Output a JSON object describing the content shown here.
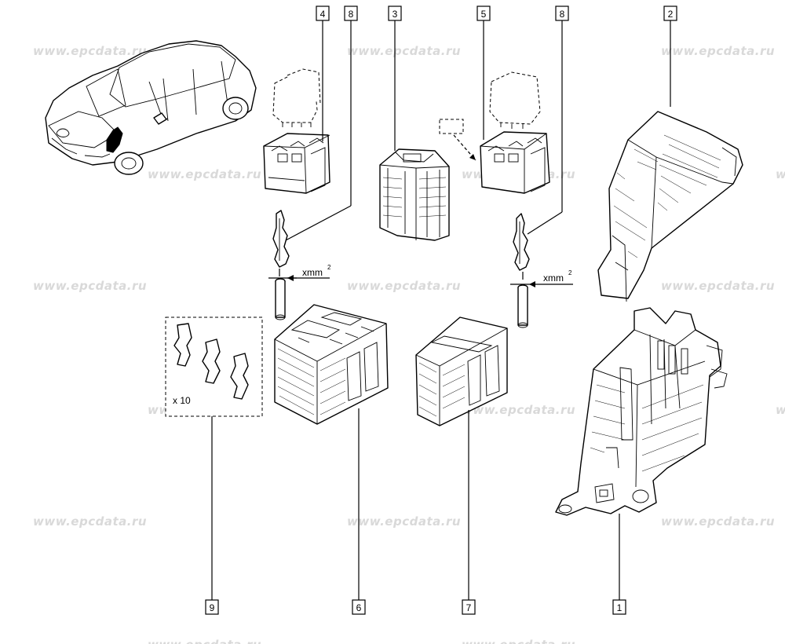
{
  "watermark": {
    "text": "www.epcdata.ru",
    "rows": [
      {
        "label": "wm-row-1",
        "cells": [
          "www.epcdata.ru",
          "www.epcdata.ru",
          "www.epcdata.ru"
        ]
      },
      {
        "label": "wm-row-2",
        "cells": [
          "www.epcdata.ru",
          "www.epcdata.ru",
          "www.epcdata.ru"
        ]
      },
      {
        "label": "wm-row-3",
        "cells": [
          "www.epcdata.ru",
          "www.epcdata.ru",
          "www.epcdata.ru"
        ]
      },
      {
        "label": "wm-row-4",
        "cells": [
          "www.epcdata.ru",
          "www.epcdata.ru",
          "www.epcdata.ru"
        ]
      },
      {
        "label": "wm-row-5",
        "cells": [
          "www.epcdata.ru",
          "www.epcdata.ru",
          "www.epcdata.ru"
        ]
      },
      {
        "label": "wm-row-6",
        "cells": [
          "www.epcdata.ru",
          "www.epcdata.ru"
        ]
      }
    ]
  },
  "callouts": {
    "c1": "1",
    "c2": "2",
    "c3": "3",
    "c4": "4",
    "c5": "5",
    "c6": "6",
    "c7": "7",
    "c8a": "8",
    "c8b": "8",
    "c9": "9"
  },
  "labels": {
    "wire_left": "xmm",
    "wire_left_sup": "2",
    "wire_right": "xmm",
    "wire_right_sup": "2",
    "quantity": "x 10"
  },
  "colors": {
    "line": "#000000",
    "watermark": "#d9d9d9",
    "background": "#ffffff"
  }
}
